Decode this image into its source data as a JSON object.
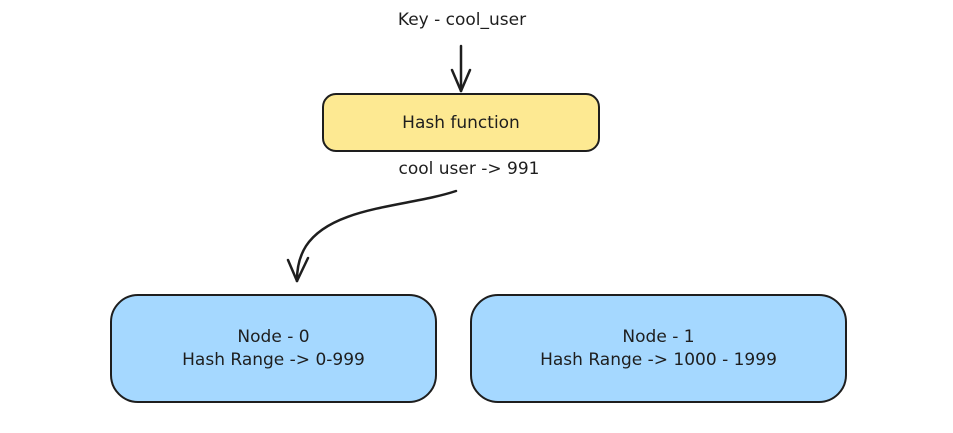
{
  "colors": {
    "stroke": "#1e1e1e",
    "hash_fill": "#fde992",
    "node_fill": "#a5d8ff",
    "background": "#ffffff"
  },
  "diagram": {
    "key_label": "Key - cool_user",
    "hash_box_label": "Hash function",
    "hash_result_label": "cool user -> 991",
    "nodes": [
      {
        "title": "Node - 0",
        "range": "Hash Range -> 0-999"
      },
      {
        "title": "Node - 1",
        "range": "Hash Range -> 1000 - 1999"
      }
    ]
  }
}
